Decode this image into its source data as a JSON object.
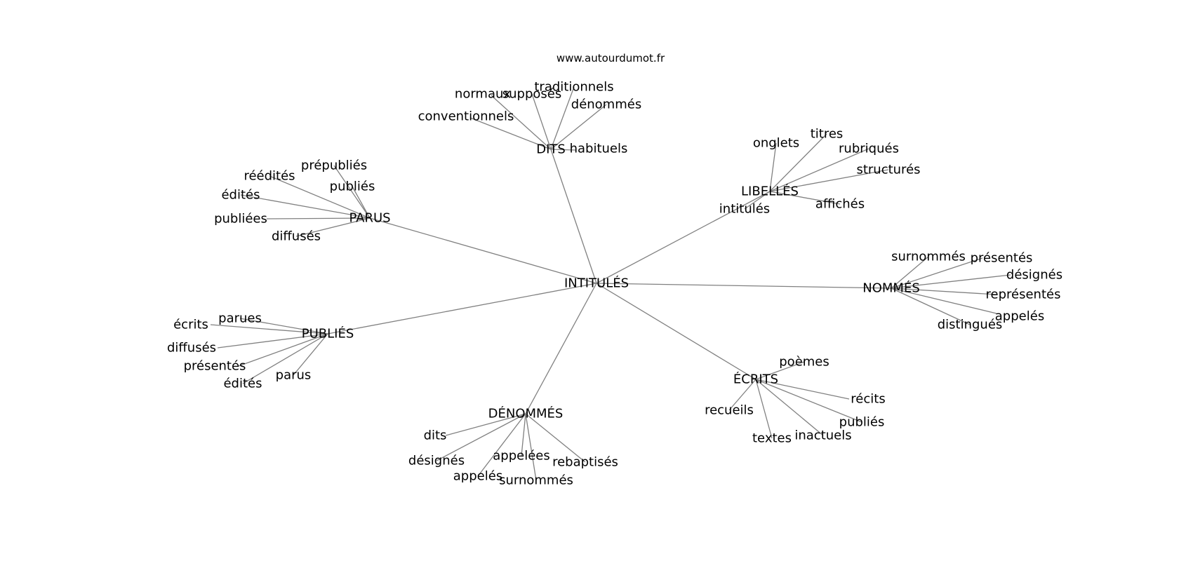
{
  "site": "www.autourdumot.fr",
  "colors": {
    "edge": "#808080",
    "text": "#000000",
    "background": "#ffffff"
  },
  "graph": {
    "center": "INTITULÉS",
    "clusters": [
      {
        "hub": "DITS",
        "leaves": [
          "normaux",
          "supposés",
          "traditionnels",
          "dénommés",
          "conventionnels",
          "habituels"
        ]
      },
      {
        "hub": "LIBELLÉS",
        "leaves": [
          "onglets",
          "titres",
          "rubriqués",
          "structurés",
          "intitulés",
          "affichés"
        ]
      },
      {
        "hub": "PARUS",
        "leaves": [
          "prépubliés",
          "réédités",
          "publiés",
          "édités",
          "publiées",
          "diffusés"
        ]
      },
      {
        "hub": "NOMMÉS",
        "leaves": [
          "surnommés",
          "présentés",
          "désignés",
          "représentés",
          "appelés",
          "distingués"
        ]
      },
      {
        "hub": "PUBLIÉS",
        "leaves": [
          "écrits",
          "parues",
          "diffusés",
          "présentés",
          "édités",
          "parus"
        ]
      },
      {
        "hub": "ÉCRITS",
        "leaves": [
          "poèmes",
          "recueils",
          "récits",
          "publiés",
          "textes",
          "inactuels"
        ]
      },
      {
        "hub": "DÉNOMMÉS",
        "leaves": [
          "dits",
          "désignés",
          "appelées",
          "rebaptisés",
          "appelés",
          "surnommés"
        ]
      }
    ]
  }
}
